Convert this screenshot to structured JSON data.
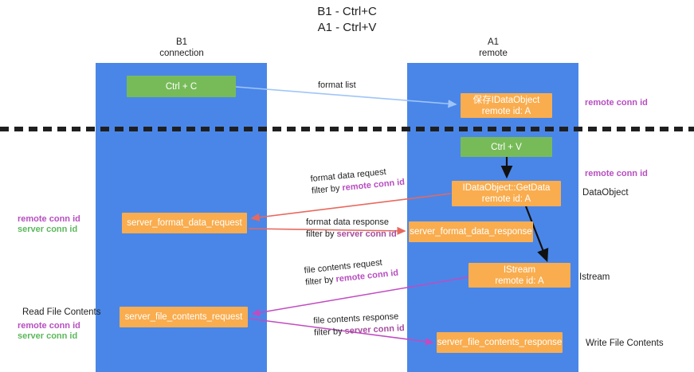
{
  "title": "B1 - Ctrl+C\nA1 - Ctrl+V",
  "lanes": [
    {
      "id": "b1",
      "header": "B1\nconnection"
    },
    {
      "id": "a1",
      "header": "A1\nremote"
    }
  ],
  "nodes": {
    "ctrl_c": "Ctrl + C",
    "dataobject": "保存IDataObject\nremote id: A",
    "ctrl_v": "Ctrl + V",
    "getdata": "IDataObject::GetData\nremote id: A",
    "server_format_data_request": "server_format_data_request",
    "server_format_data_response": "server_format_data_response",
    "istream": "IStream\nremote id: A",
    "server_file_contents_request": "server_file_contents_request",
    "server_file_contents_response": "server_file_contents_response"
  },
  "side_labels": {
    "dataobject": "DataObject",
    "istream": "Istream",
    "write_file_contents": "Write File Contents",
    "read_file_contents": "Read File Contents"
  },
  "conn_labels": {
    "remote_conn_id": "remote conn id",
    "server_conn_id": "server conn id"
  },
  "flows": {
    "format_list": "format list",
    "format_data_request": "format data request",
    "format_data_request_filter_prefix": "filter by ",
    "format_data_request_filter_key": "remote conn id",
    "format_data_response": "format data response",
    "format_data_response_filter_prefix": "filter by ",
    "format_data_response_filter_key": "server conn id",
    "file_contents_request": "file contents request",
    "file_contents_request_filter_prefix": "filter by ",
    "file_contents_request_filter_key": "remote conn id",
    "file_contents_response": "file contents response",
    "file_contents_response_filter_prefix": "filter by ",
    "file_contents_response_filter_key": "server conn id"
  },
  "colors": {
    "lane": "#4a86e8",
    "green_box": "#77bb59",
    "orange_box": "#f9ad4f",
    "light_blue_arrow": "#9fc5f8",
    "red_arrow": "#e8685d",
    "magenta_arrow": "#c14bc1",
    "black_arrow": "#111111",
    "purple_text": "#b74ec0",
    "green_text": "#5cb85c",
    "divider": "#1f1f1f"
  }
}
